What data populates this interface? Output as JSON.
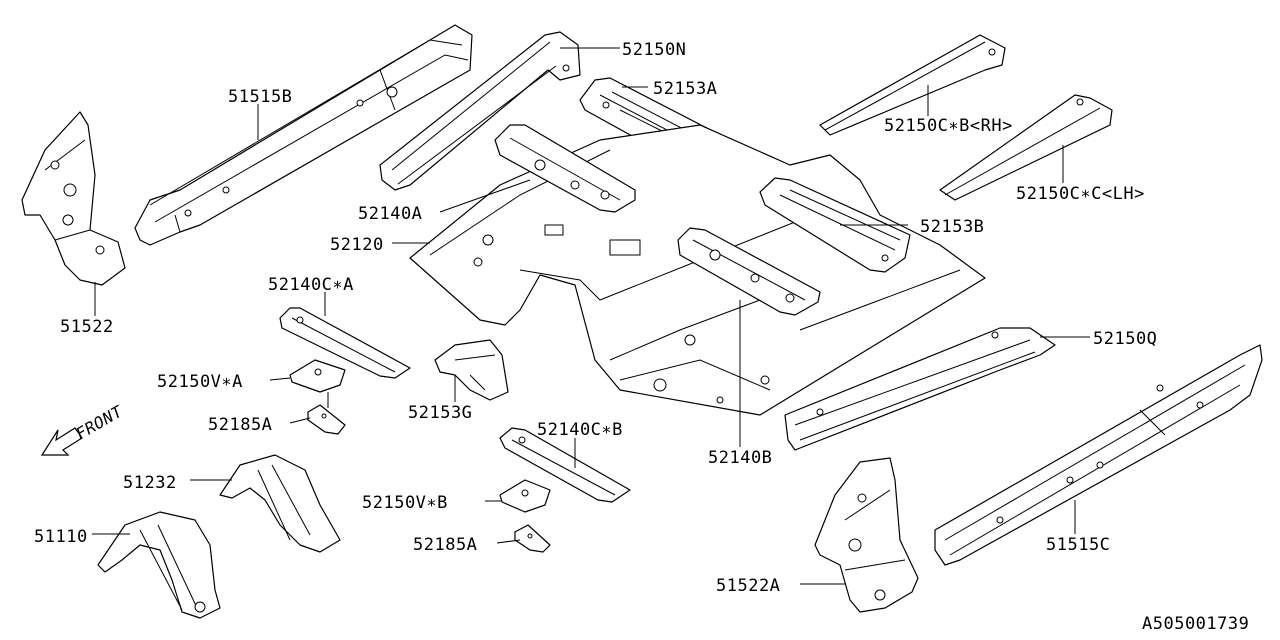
{
  "diagram": {
    "parts": [
      {
        "id": "p51515B",
        "label": "51515B"
      },
      {
        "id": "p52150N",
        "label": "52150N"
      },
      {
        "id": "p52153A",
        "label": "52153A"
      },
      {
        "id": "p52150CBRH",
        "label": "52150C∗B<RH>"
      },
      {
        "id": "p52150CCLH",
        "label": "52150C∗C<LH>"
      },
      {
        "id": "p52140A",
        "label": "52140A"
      },
      {
        "id": "p52120",
        "label": "52120"
      },
      {
        "id": "p52153B",
        "label": "52153B"
      },
      {
        "id": "p51522",
        "label": "51522"
      },
      {
        "id": "p52140CA",
        "label": "52140C∗A"
      },
      {
        "id": "p52150VA",
        "label": "52150V∗A"
      },
      {
        "id": "p52185A_1",
        "label": "52185A"
      },
      {
        "id": "p52153G",
        "label": "52153G"
      },
      {
        "id": "p52150Q",
        "label": "52150Q"
      },
      {
        "id": "p52140CB",
        "label": "52140C∗B"
      },
      {
        "id": "p52140B",
        "label": "52140B"
      },
      {
        "id": "p51232",
        "label": "51232"
      },
      {
        "id": "p52150VB",
        "label": "52150V∗B"
      },
      {
        "id": "p51110",
        "label": "51110"
      },
      {
        "id": "p52185A_2",
        "label": "52185A"
      },
      {
        "id": "p51515C",
        "label": "51515C"
      },
      {
        "id": "p51522A",
        "label": "51522A"
      }
    ],
    "front_label": "FRONT",
    "diagram_id": "A505001739"
  }
}
